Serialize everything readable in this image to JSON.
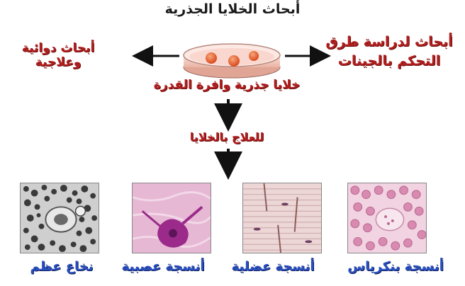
{
  "title": "أبحاث الخلايا الجذرية",
  "left_label": "أبحاث دوائية وعلاجية",
  "right_label_line1": "أبحاث لدراسة طرق",
  "right_label_line2": "التحكم بالجينات",
  "dish_label": "خلايا جذرية وافرة القدرة",
  "therapy_label": "للعلاج بالخلايا",
  "tissues": {
    "bone_marrow": "نخاع عظم",
    "nerve": "أنسجة عصبية",
    "muscle": "أنسجة عضلية",
    "pancreas": "أنسجة بنكرياس"
  },
  "colors": {
    "arrow": "#111111",
    "label_red": "#b01e1e",
    "label_blue": "#2a4fbf",
    "dish_cells": "#e85a2a"
  }
}
